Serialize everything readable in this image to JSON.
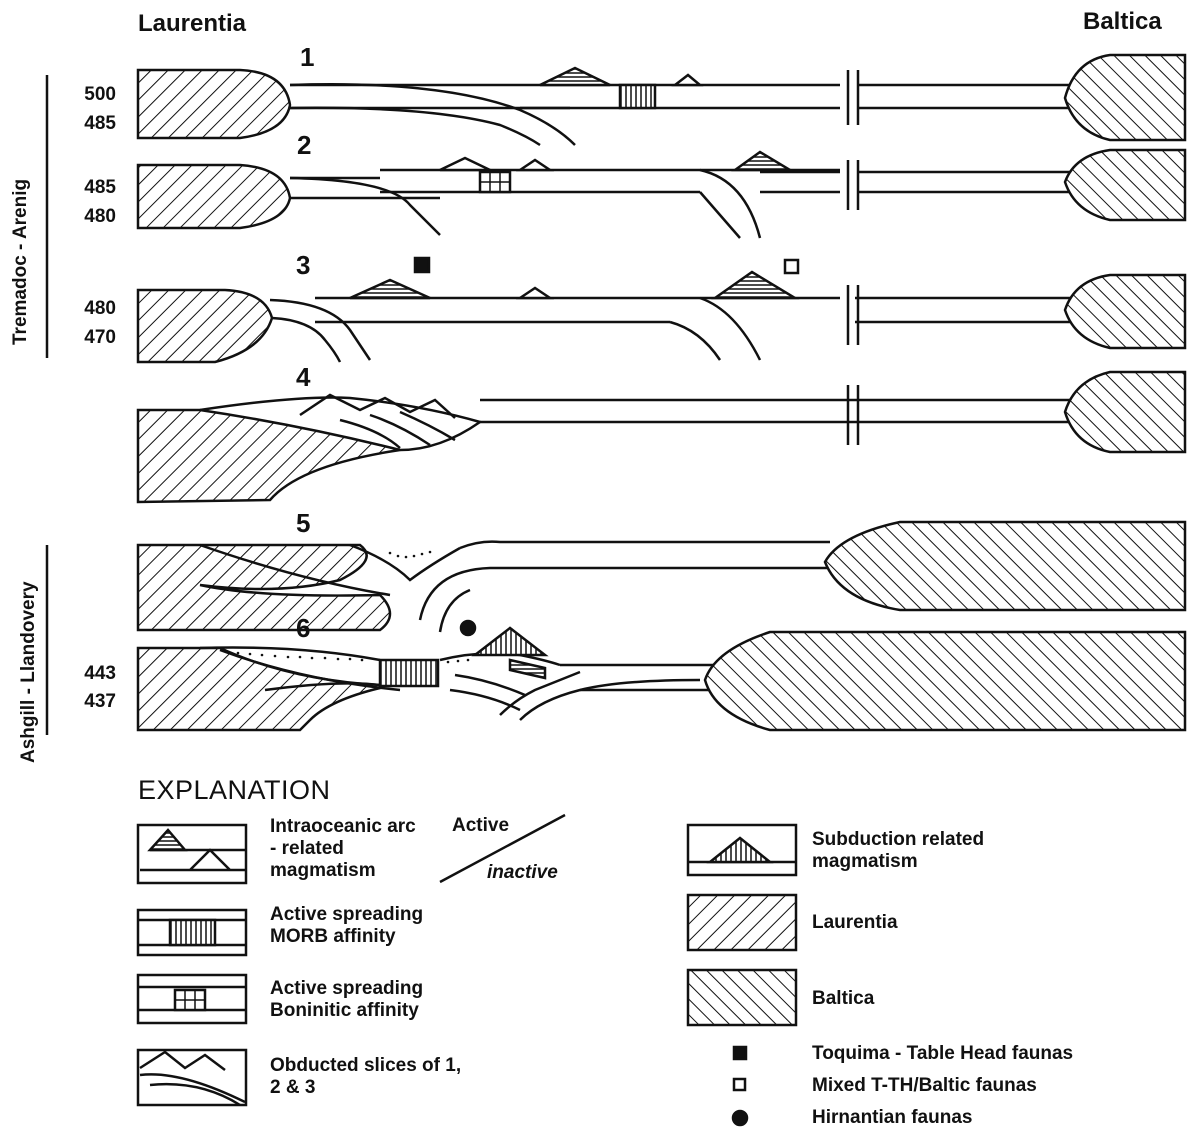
{
  "header": {
    "left": "Laurentia",
    "right": "Baltica"
  },
  "stages": [
    {
      "number": "1",
      "ages": [
        "500",
        "485"
      ]
    },
    {
      "number": "2",
      "ages": [
        "485",
        "480"
      ]
    },
    {
      "number": "3",
      "ages": [
        "480",
        "470"
      ]
    },
    {
      "number": "4",
      "ages": []
    },
    {
      "number": "5",
      "ages": []
    },
    {
      "number": "6",
      "ages": [
        "443",
        "437"
      ]
    }
  ],
  "periods": {
    "upper": "Tremadoc - Arenig",
    "lower": "Ashgill - Llandovery"
  },
  "legend": {
    "title": "EXPLANATION",
    "arc": "Intraoceanic arc - related magmatism",
    "active": "Active",
    "inactive": "inactive",
    "morb": "Active spreading MORB affinity",
    "boninitic": "Active spreading Boninitic affinity",
    "obducted": "Obducted slices of 1, 2 & 3",
    "subduction": "Subduction related magmatism",
    "laurentia": "Laurentia",
    "baltica": "Baltica",
    "toquima": "Toquima - Table Head faunas",
    "mixed": "Mixed T-TH/Baltic faunas",
    "hirnantian": "Hirnantian faunas"
  }
}
